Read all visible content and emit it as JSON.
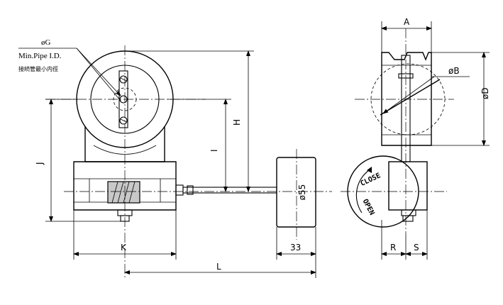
{
  "labels": {
    "g_diameter": "øG",
    "min_pipe": "Min.Pipe I.D.",
    "min_pipe_cjk": "接続管最小内徑",
    "h": "H",
    "i": "I",
    "j": "J",
    "k": "K",
    "l": "L",
    "handwheel_diameter": "ø55",
    "handwheel_width": "33",
    "a": "A",
    "b_diameter": "øB",
    "d_diameter": "øD",
    "r": "R",
    "s": "S",
    "close": "CLOSE",
    "open": "OPEN"
  }
}
